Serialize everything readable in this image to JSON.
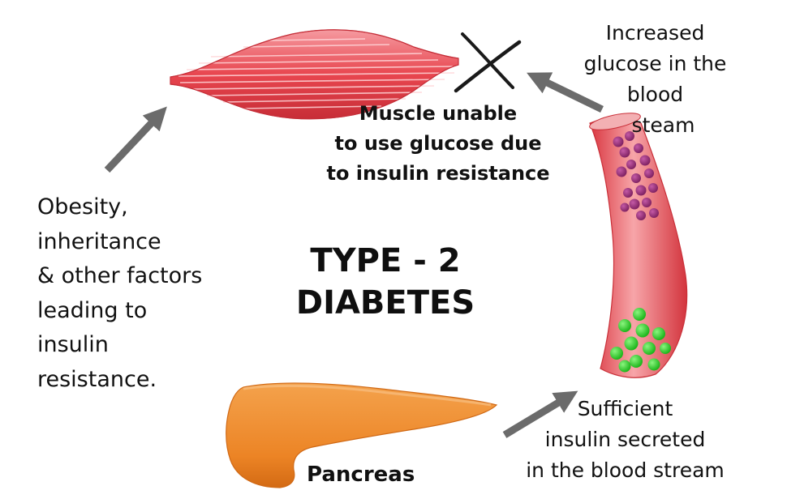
{
  "title": {
    "line1": "TYPE - 2",
    "line2": "DIABETES"
  },
  "muscle_caption": {
    "line1": "Muscle unable",
    "line2": "to use glucose due",
    "line3": "to insulin resistance"
  },
  "factors_caption": {
    "line1": "Obesity,",
    "line2": "inheritance",
    "line3": "& other factors",
    "line4": "leading to",
    "line5": "insulin",
    "line6": "resistance."
  },
  "glucose_caption": {
    "line1": "Increased",
    "line2": "glucose in the",
    "line3": "blood",
    "line4": "steam"
  },
  "insulin_caption": {
    "line1": "Sufficient",
    "line2": "insulin secreted",
    "line3": "in the blood stream"
  },
  "pancreas_label": "Pancreas",
  "colors": {
    "muscle": "#e84b56",
    "vessel": "#e8474f",
    "glucose_particles": "#8c2a6e",
    "insulin_particles": "#22c91f",
    "pancreas": "#f08a2a",
    "arrows": "#6b6b6b",
    "cross_mark": "#1a1a1a"
  },
  "icons": {
    "muscle": "muscle-fiber-icon",
    "vessel": "blood-vessel-icon",
    "pancreas": "pancreas-icon",
    "blocked": "cross-mark-icon"
  }
}
